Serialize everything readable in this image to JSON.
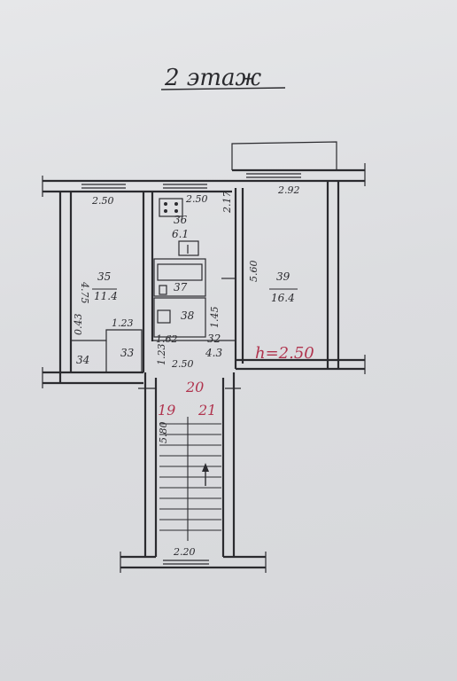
{
  "floor_title": "2 этаж",
  "height_note": "h=2.50",
  "rooms": {
    "r35": {
      "number": "35",
      "area": "11.4"
    },
    "r36": {
      "number": "36",
      "area": "6.1"
    },
    "r37": {
      "number": "37"
    },
    "r38": {
      "number": "38"
    },
    "r32": {
      "number": "32",
      "area": "4.3"
    },
    "r39": {
      "number": "39",
      "area": "16.4"
    },
    "r34": {
      "number": "34"
    },
    "r33": {
      "number": "33"
    },
    "r20": {
      "number": "20"
    },
    "r19": {
      "number": "19"
    },
    "r21": {
      "number": "21"
    }
  },
  "dimensions": {
    "left_width": "2.50",
    "kitchen_width": "2.50",
    "right_width": "2.92",
    "left_depth": "4.75",
    "kitchen_depth": "2.17",
    "right_depth": "5.60",
    "bath_depth": "1.45",
    "closet_depth": "0.43",
    "closet_width": "1.23",
    "hall_width": "1.62",
    "hall_depth": "1.23",
    "landing_width": "2.50",
    "stair_depth": "5.80",
    "stair_width": "2.20"
  },
  "colors": {
    "ink": "#2b2b2f",
    "red_ink": "#b0344e",
    "paper": "#dfe0e2"
  }
}
